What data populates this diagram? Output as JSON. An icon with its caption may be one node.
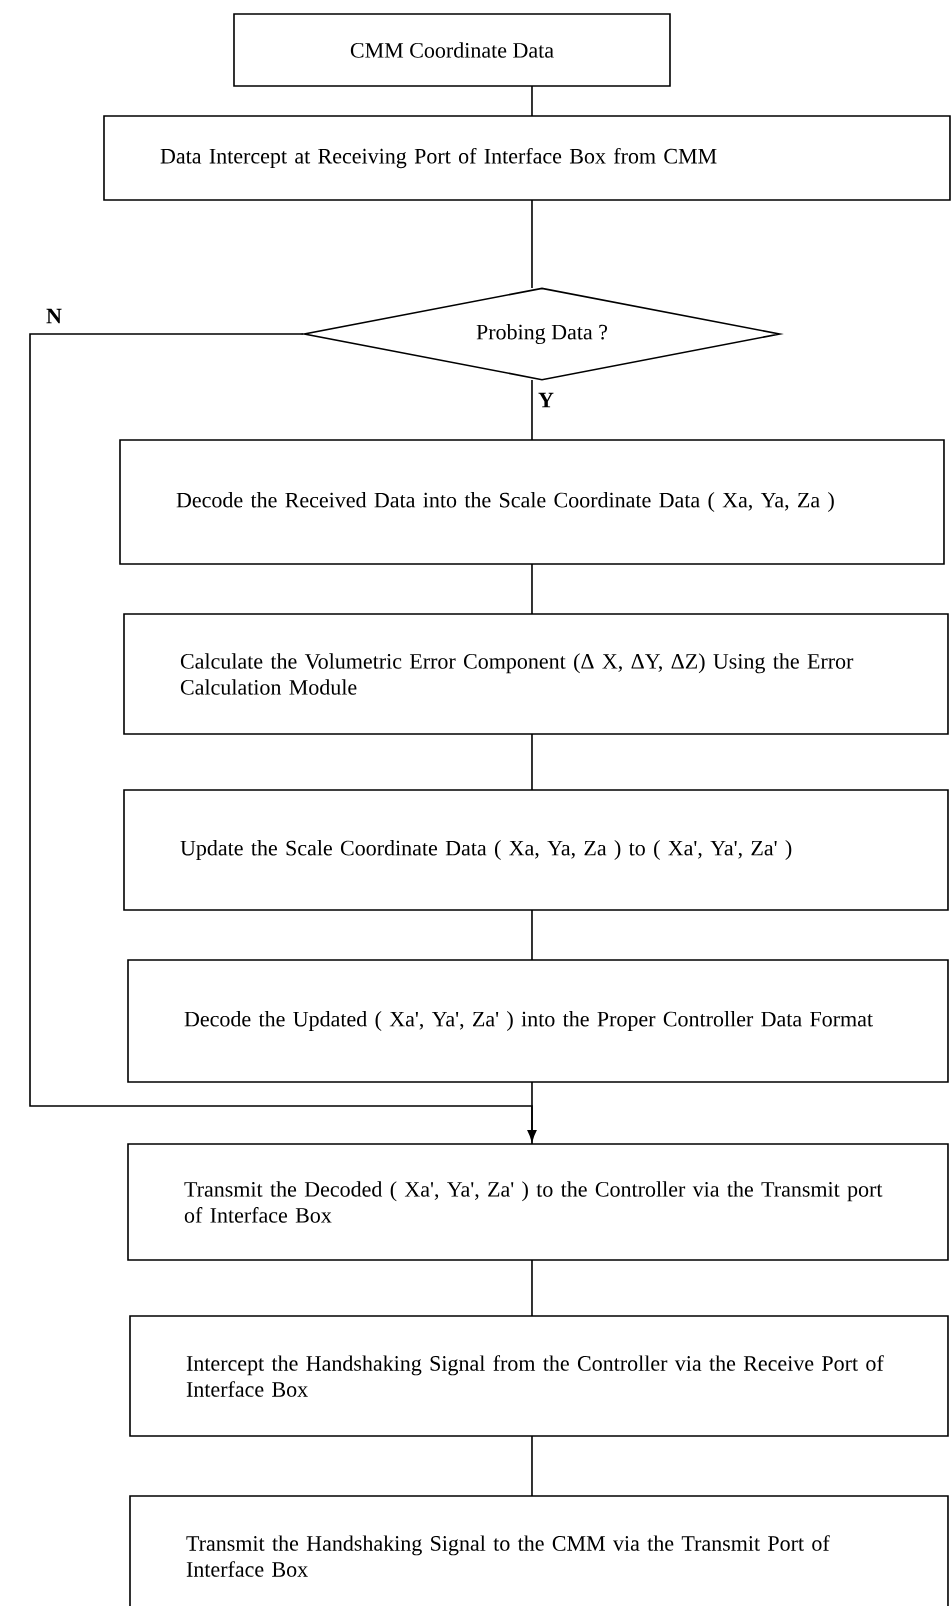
{
  "diagram": {
    "nodes": [
      {
        "text": [
          "CMM Coordinate Data"
        ]
      },
      {
        "text": [
          "Data Intercept at Receiving Port of Interface Box from CMM"
        ]
      },
      {
        "text": [
          "Probing Data ?"
        ]
      },
      {
        "text": [
          "Decode the Received Data into the Scale Coordinate Data ( Xa, Ya, Za )"
        ]
      },
      {
        "text": [
          "Calculate the Volumetric Error Component (Δ X, ΔY, ΔZ) Using the Error Calculation Module"
        ]
      },
      {
        "text": [
          "Update the Scale Coordinate Data ( Xa, Ya, Za ) to ( Xa', Ya', Za' )"
        ]
      },
      {
        "text": [
          "Decode the Updated ( Xa', Ya', Za' ) into the Proper Controller Data Format"
        ]
      },
      {
        "text": [
          "Transmit the Decoded ( Xa', Ya', Za' ) to the Controller via the Transmit port of Interface Box"
        ]
      },
      {
        "text": [
          "Intercept the Handshaking Signal from the Controller via the Receive Port of Interface Box"
        ]
      },
      {
        "text": [
          "Transmit the Handshaking Signal to the CMM via the Transmit Port of Interface Box"
        ]
      }
    ],
    "edges": [
      {
        "from": 0,
        "to": 1,
        "arrow": "none"
      },
      {
        "from": 1,
        "to": 2,
        "arrow": "none"
      },
      {
        "from": 2,
        "to": 3,
        "arrow": "none",
        "label": "Y"
      },
      {
        "from": 3,
        "to": 4,
        "arrow": "none"
      },
      {
        "from": 4,
        "to": 5,
        "arrow": "none"
      },
      {
        "from": 5,
        "to": 6,
        "arrow": "none"
      },
      {
        "from": 6,
        "to": 7,
        "arrow": "none"
      },
      {
        "from": 2,
        "to": 7,
        "arrow": "to",
        "label": "N"
      },
      {
        "from": 7,
        "to": 8,
        "arrow": "none"
      },
      {
        "from": 8,
        "to": 9,
        "arrow": "none"
      }
    ]
  }
}
